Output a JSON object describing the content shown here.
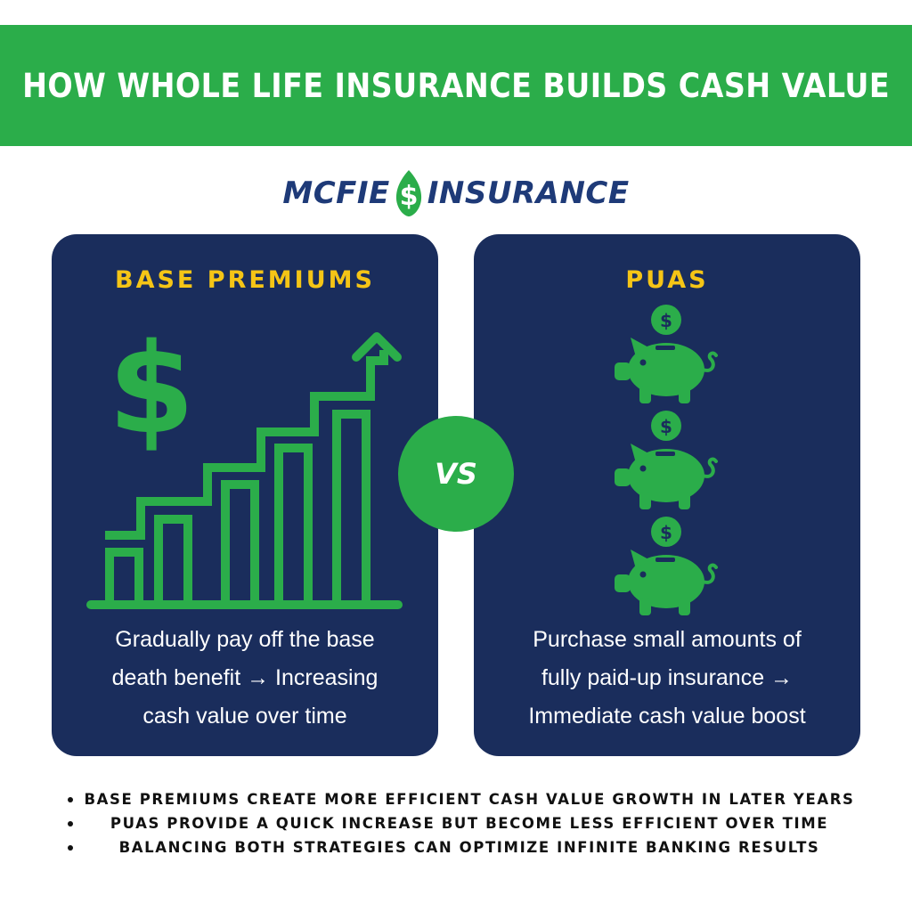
{
  "title": "HOW WHOLE LIFE INSURANCE BUILDS CASH VALUE",
  "logo": {
    "left_word": "MCFIE",
    "right_word": "INSURANCE"
  },
  "left_card": {
    "heading": "BASE PREMIUMS",
    "description_lines": [
      "Gradually pay off the base",
      "death benefit → Increasing",
      "cash value over time"
    ]
  },
  "right_card": {
    "heading": "PUAS",
    "description_lines": [
      "Purchase small amounts of",
      "fully paid-up insurance →",
      "Immediate cash value boost"
    ]
  },
  "vs_label": "VS",
  "bullets": [
    "BASE PREMIUMS CREATE MORE EFFICIENT CASH VALUE GROWTH IN LATER YEARS",
    "PUAS PROVIDE A QUICK INCREASE BUT BECOME LESS EFFICIENT OVER TIME",
    "BALANCING BOTH STRATEGIES CAN OPTIMIZE INFINITE BANKING RESULTS"
  ],
  "icons": {
    "logo": "leaf-dollar-icon",
    "left_art": [
      "dollar-sign-icon",
      "growth-bar-chart-icon",
      "up-arrow-icon"
    ],
    "right_art": [
      "piggy-bank-coin-icon",
      "piggy-bank-coin-icon",
      "piggy-bank-coin-icon"
    ]
  },
  "colors": {
    "green": "#2bad4a",
    "navy": "#1a2d5c",
    "gold": "#f5c516",
    "logo_blue": "#1e3a78"
  }
}
